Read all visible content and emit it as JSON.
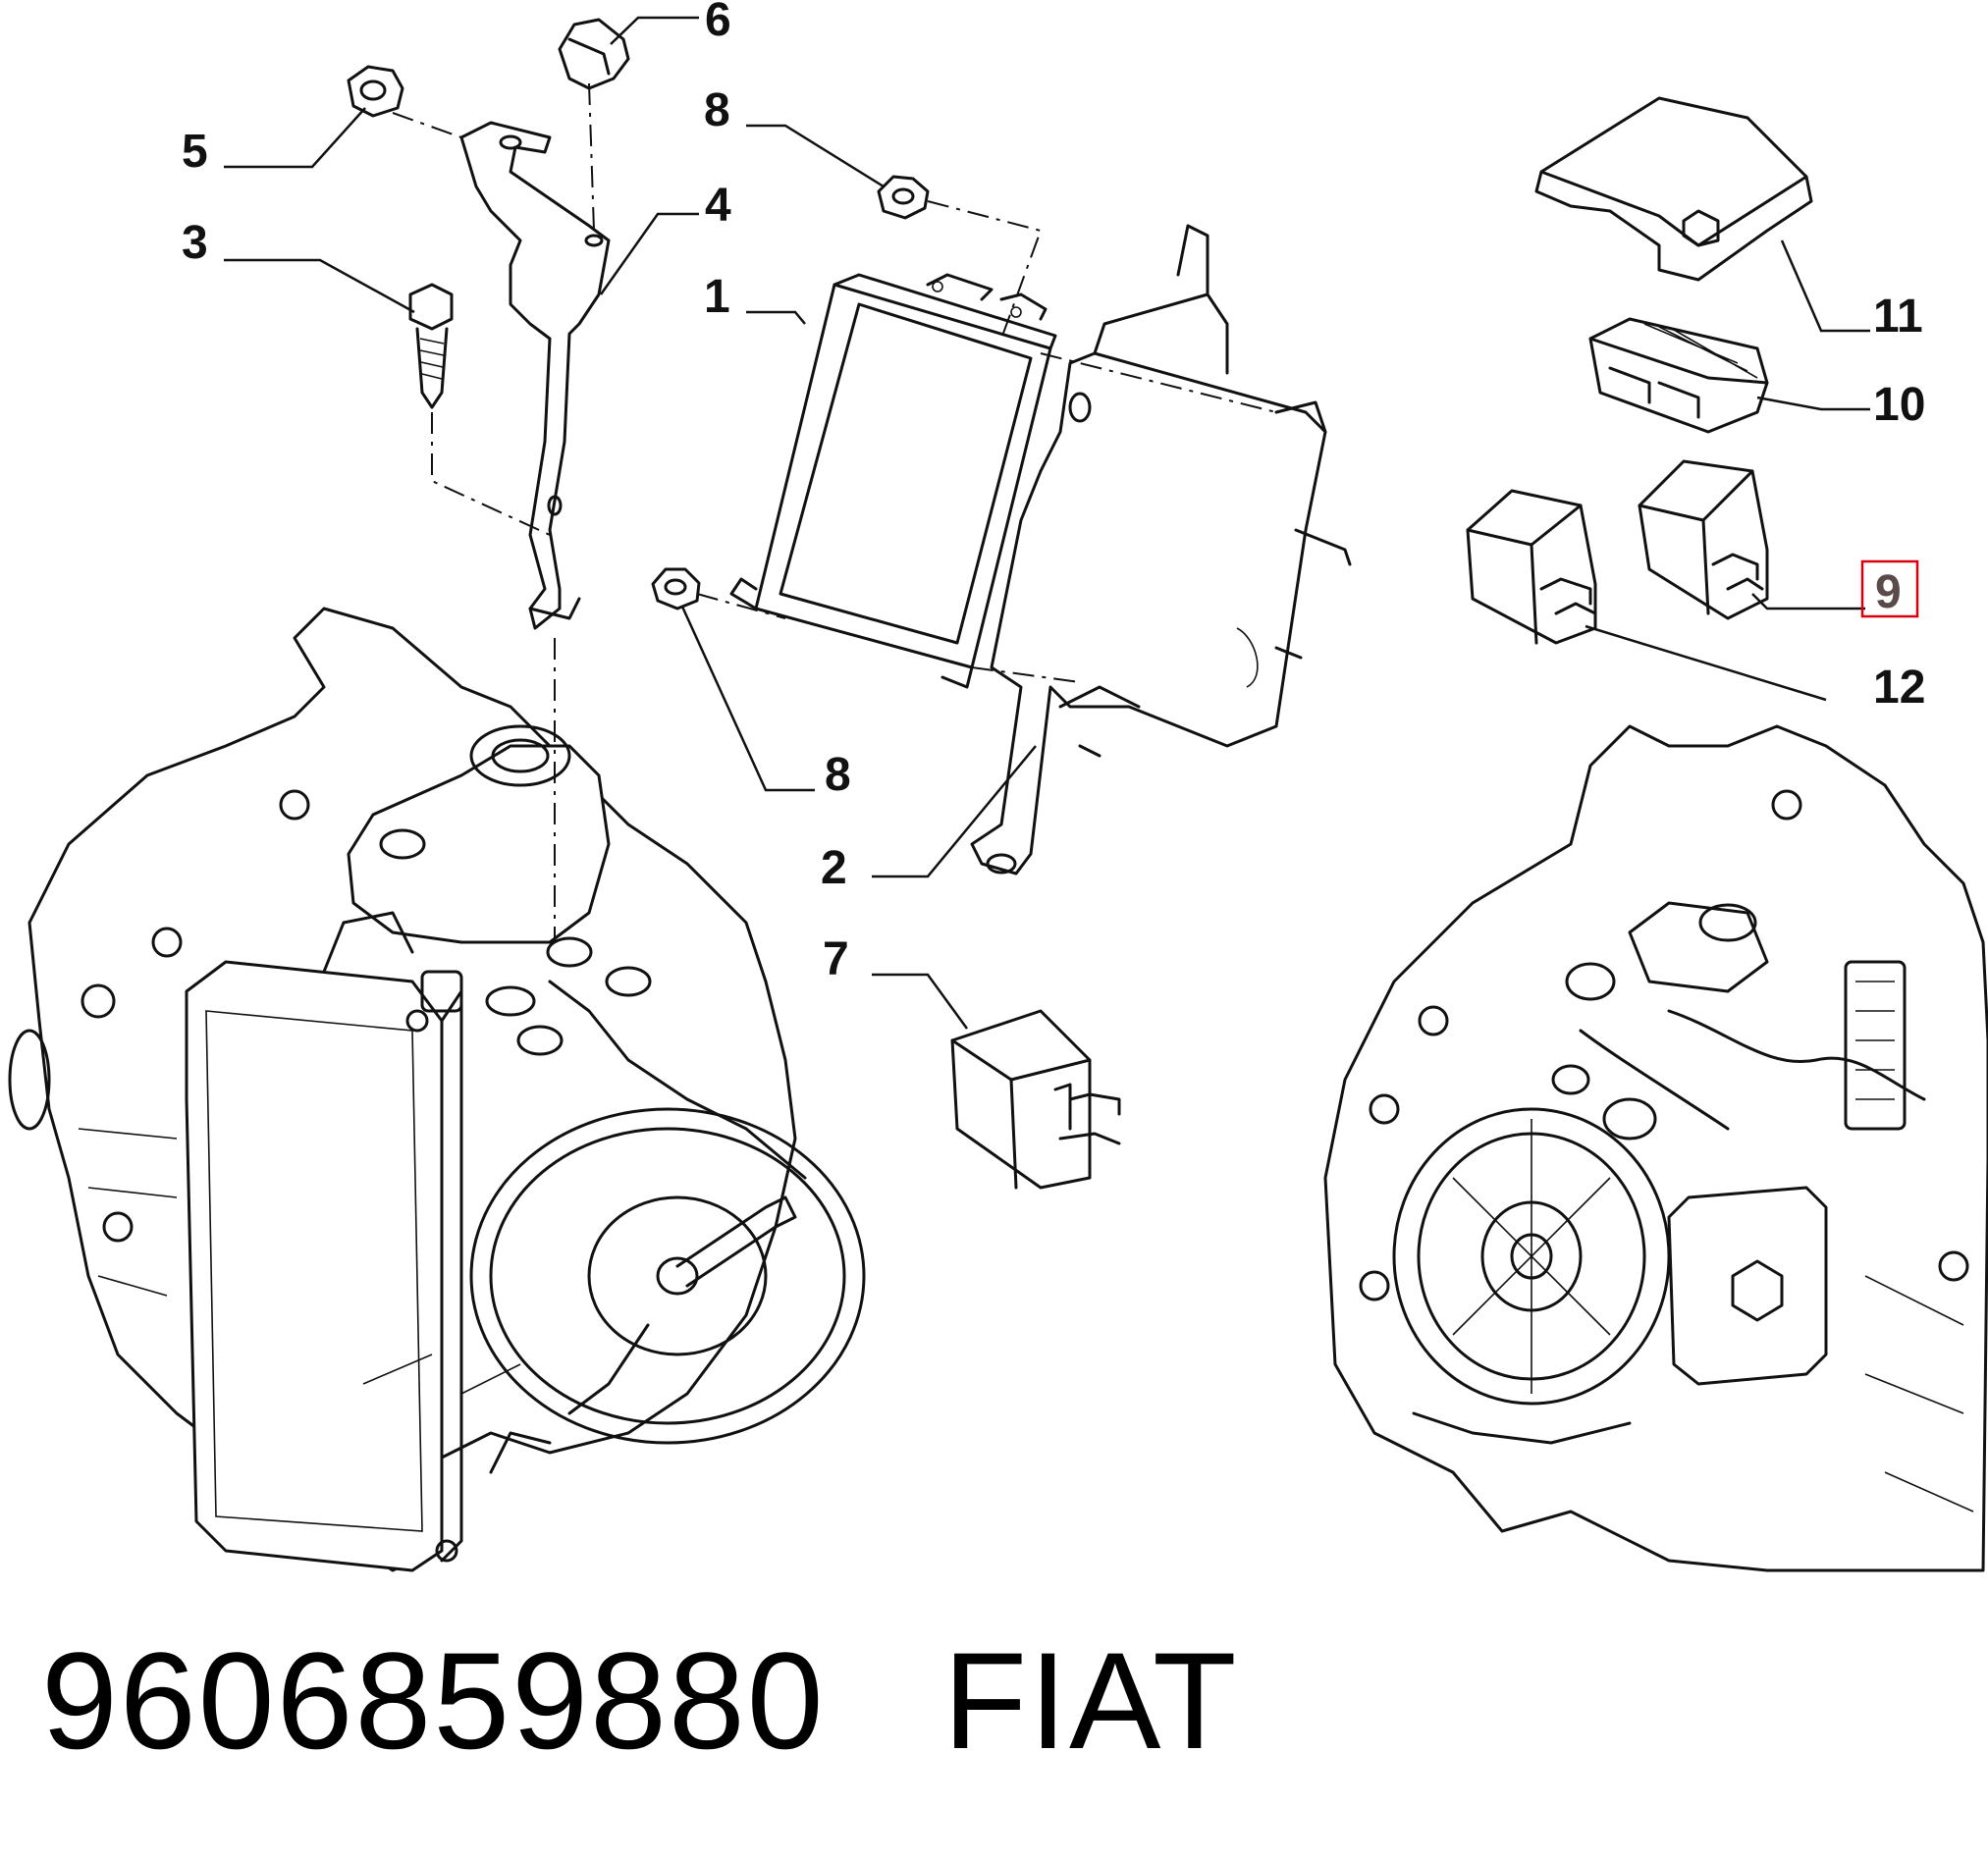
{
  "callouts": {
    "c1": "1",
    "c2": "2",
    "c3": "3",
    "c4": "4",
    "c5": "5",
    "c6": "6",
    "c7": "7",
    "c8a": "8",
    "c8b": "8",
    "c9": "9",
    "c10": "10",
    "c11": "11",
    "c12": "12"
  },
  "highlight": {
    "callout": "9",
    "color": "#d9000d"
  },
  "footer": {
    "part_number": "9606859880",
    "brand": "FIAT"
  }
}
